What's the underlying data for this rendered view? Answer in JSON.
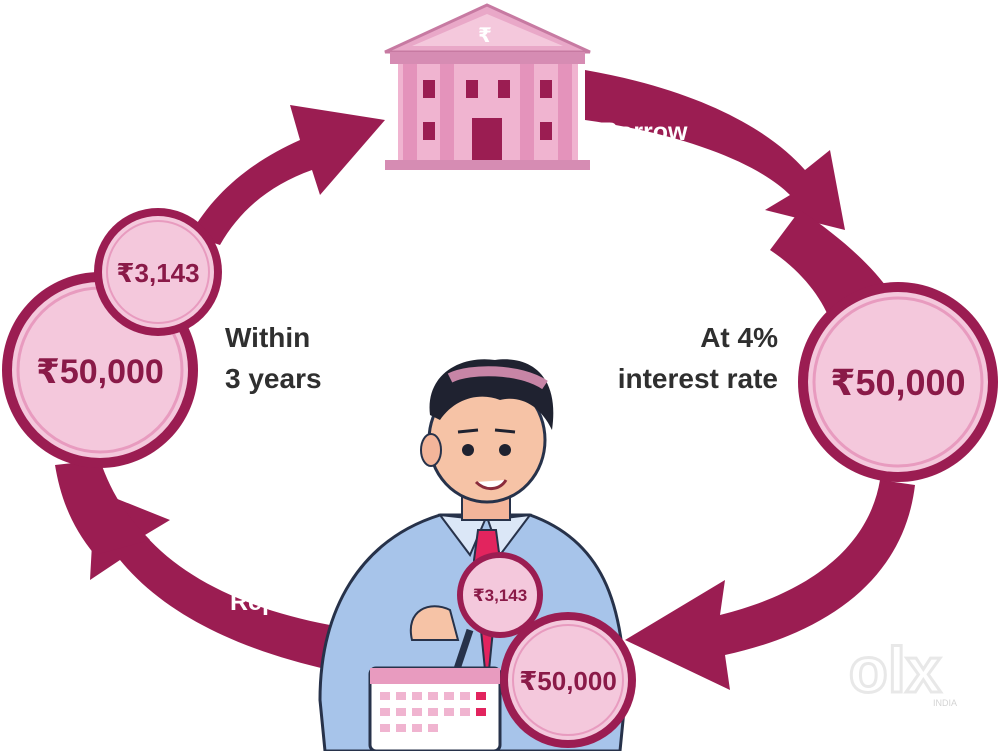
{
  "colors": {
    "maroon": "#9b1d52",
    "pink_light": "#f4c8dc",
    "pink_mid": "#e89bbf",
    "bank_pink": "#e9a8c8",
    "text_dark": "#2f2f2f",
    "white": "#ffffff"
  },
  "bank": {
    "icon": "bank-building-icon",
    "symbol": "₹"
  },
  "arrows": {
    "borrow": "Borrow",
    "repay": "Repay"
  },
  "right": {
    "caption_line1": "At 4%",
    "caption_line2": "interest rate",
    "coin": "₹50,000"
  },
  "left": {
    "caption_line1": "Within",
    "caption_line2": "3 years",
    "coin_big": "₹50,000",
    "coin_small": "₹3,143"
  },
  "person": {
    "icon": "man-with-magnifier-icon",
    "magnifier_text": "₹3,143",
    "bottom_coin": "₹50,000",
    "calendar_icon": "calendar-icon"
  },
  "watermark": {
    "brand": "olx",
    "country": "INDIA"
  }
}
